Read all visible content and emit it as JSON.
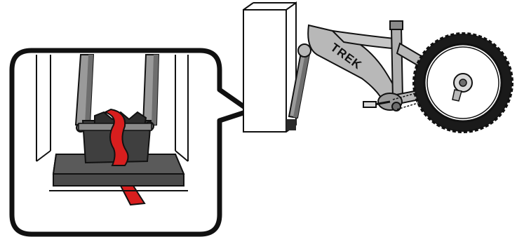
{
  "brand_text": "TREK",
  "colors": {
    "outline": "#111111",
    "frame_gray": "#b8b8b8",
    "fork_gray": "#9a9a9a",
    "fork_dark": "#6e6e6e",
    "base_dark": "#4a4a4a",
    "base_top": "#5a5a5a",
    "strap_red": "#d81e1e",
    "tire_black": "#1a1a1a",
    "background": "#ffffff"
  },
  "icons": [
    "e-bike",
    "fork-mount-stand",
    "wheel-strap",
    "callout-bubble"
  ]
}
